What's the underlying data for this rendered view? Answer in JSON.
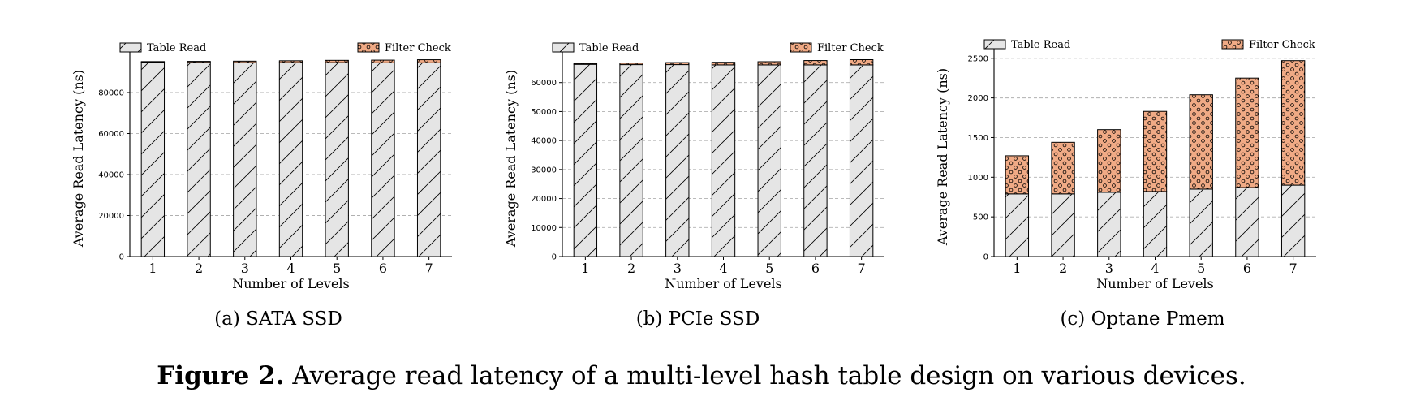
{
  "caption": {
    "label": "Figure 2.",
    "text": " Average read latency of a multi-level hash table design on various devices."
  },
  "colors": {
    "table_read_fill": "#e5e5e5",
    "filter_check_fill": "#f0aa85",
    "edge": "#000000",
    "grid": "#b0b0b0"
  },
  "chart_data": [
    {
      "type": "bar",
      "stacked": true,
      "subcaption": "(a)  SATA SSD",
      "xlabel": "Number of Levels",
      "ylabel": "Average Read Latency (ns)",
      "categories": [
        "1",
        "2",
        "3",
        "4",
        "5",
        "6",
        "7"
      ],
      "ylim": [
        0,
        99000
      ],
      "yticks": [
        0,
        20000,
        40000,
        60000,
        80000
      ],
      "grid": true,
      "legend": "top (split left/right)",
      "series": [
        {
          "name": "Table Read",
          "hatch": "diagonal",
          "values": [
            94800,
            94700,
            94600,
            94600,
            94600,
            94500,
            94500
          ]
        },
        {
          "name": "Filter Check",
          "hatch": "circles",
          "values": [
            300,
            500,
            700,
            900,
            1100,
            1300,
            1500
          ]
        }
      ]
    },
    {
      "type": "bar",
      "stacked": true,
      "subcaption": "(b)  PCIe SSD",
      "xlabel": "Number of Levels",
      "ylabel": "Average Read Latency (ns)",
      "categories": [
        "1",
        "2",
        "3",
        "4",
        "5",
        "6",
        "7"
      ],
      "ylim": [
        0,
        70000
      ],
      "yticks": [
        0,
        10000,
        20000,
        30000,
        40000,
        50000,
        60000
      ],
      "grid": true,
      "legend": "top (split left/right)",
      "series": [
        {
          "name": "Table Read",
          "hatch": "diagonal",
          "values": [
            66300,
            66200,
            66200,
            66100,
            66100,
            66100,
            66100
          ]
        },
        {
          "name": "Filter Check",
          "hatch": "circles",
          "values": [
            300,
            500,
            700,
            900,
            1100,
            1500,
            1800
          ]
        }
      ]
    },
    {
      "type": "bar",
      "stacked": true,
      "subcaption": "(c)  Optane Pmem",
      "xlabel": "Number of Levels",
      "ylabel": "Average Read Latency (ns)",
      "categories": [
        "1",
        "2",
        "3",
        "4",
        "5",
        "6",
        "7"
      ],
      "ylim": [
        0,
        2600
      ],
      "yticks": [
        0,
        500,
        1000,
        1500,
        2000,
        2500
      ],
      "grid": true,
      "legend": "top (split left/right)",
      "series": [
        {
          "name": "Table Read",
          "hatch": "diagonal",
          "values": [
            790,
            790,
            810,
            820,
            850,
            870,
            900
          ]
        },
        {
          "name": "Filter Check",
          "hatch": "circles",
          "values": [
            480,
            650,
            790,
            1010,
            1190,
            1380,
            1570
          ]
        }
      ]
    }
  ]
}
